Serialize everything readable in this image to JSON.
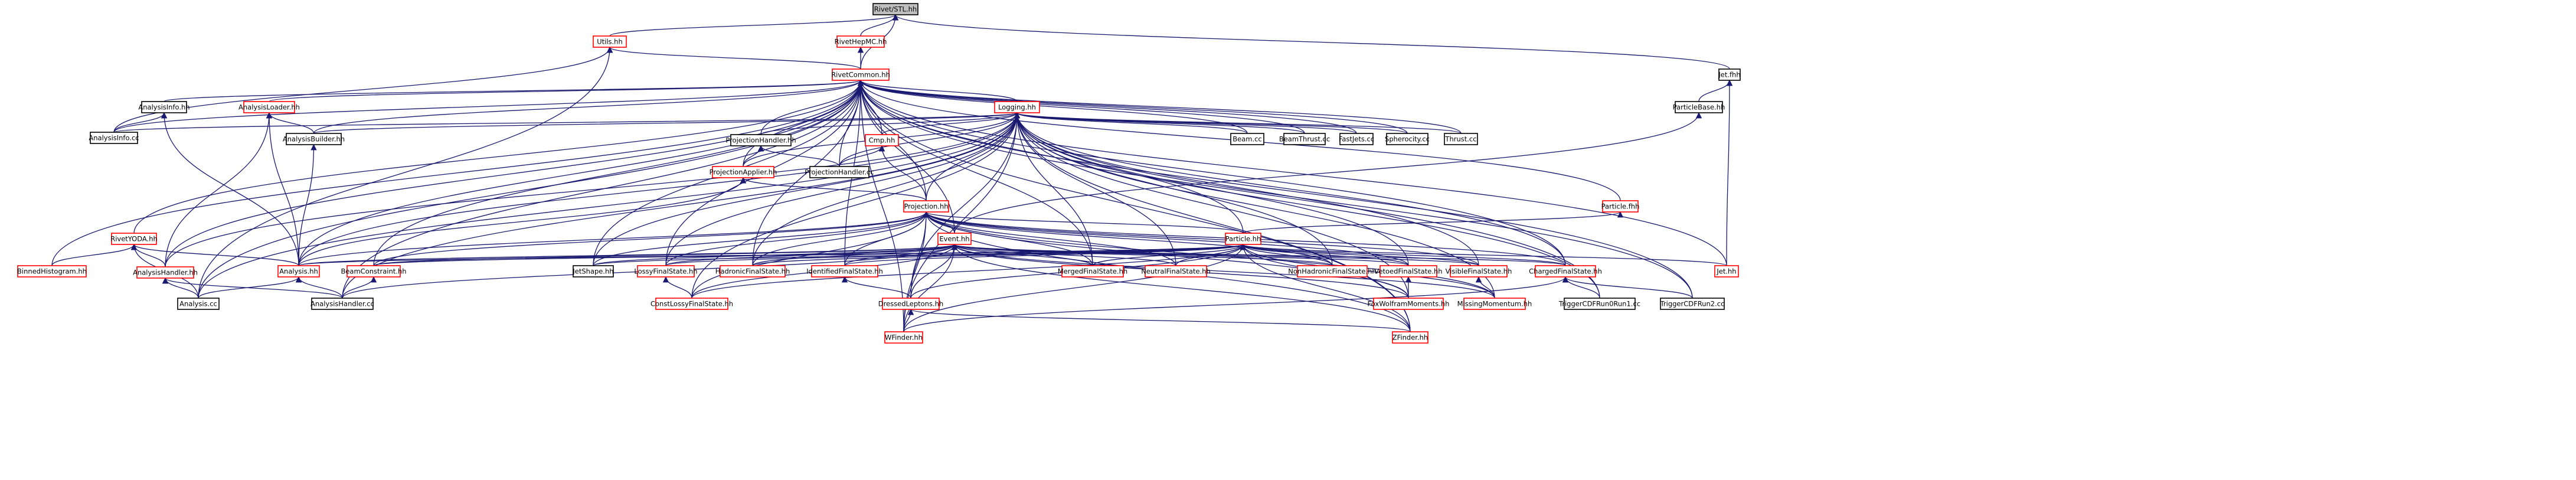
{
  "graph": {
    "nodes": [
      {
        "id": "n0",
        "label": "Rivet/STL.hh",
        "style": "root"
      },
      {
        "id": "n1",
        "label": "Utils.hh",
        "style": "red"
      },
      {
        "id": "n2",
        "label": "RivetHepMC.hh",
        "style": "red"
      },
      {
        "id": "n3",
        "label": "RivetCommon.hh",
        "style": "red"
      },
      {
        "id": "n4",
        "label": "Jet.fhh",
        "style": "black"
      },
      {
        "id": "n5",
        "label": "AnalysisInfo.hh",
        "style": "black"
      },
      {
        "id": "n6",
        "label": "AnalysisInfo.cc",
        "style": "black"
      },
      {
        "id": "n7",
        "label": "AnalysisLoader.hh",
        "style": "red"
      },
      {
        "id": "n8",
        "label": "AnalysisBuilder.hh",
        "style": "black"
      },
      {
        "id": "n9",
        "label": "Logging.hh",
        "style": "red"
      },
      {
        "id": "n10",
        "label": "ParticleBase.hh",
        "style": "black"
      },
      {
        "id": "n11",
        "label": "Beam.cc",
        "style": "black"
      },
      {
        "id": "n12",
        "label": "BeamThrust.cc",
        "style": "black"
      },
      {
        "id": "n13",
        "label": "FastJets.cc",
        "style": "black"
      },
      {
        "id": "n14",
        "label": "Spherocity.cc",
        "style": "black"
      },
      {
        "id": "n15",
        "label": "Thrust.cc",
        "style": "black"
      },
      {
        "id": "n16",
        "label": "ProjectionHandler.hh",
        "style": "black"
      },
      {
        "id": "n17",
        "label": "Cmp.hh",
        "style": "red"
      },
      {
        "id": "n18",
        "label": "ProjectionHandler.cc",
        "style": "black"
      },
      {
        "id": "n19",
        "label": "ProjectionApplier.hh",
        "style": "red"
      },
      {
        "id": "n20",
        "label": "Projection.hh",
        "style": "red"
      },
      {
        "id": "n21",
        "label": "Particle.fhh",
        "style": "red"
      },
      {
        "id": "n22",
        "label": "RivetYODA.hh",
        "style": "red"
      },
      {
        "id": "n23",
        "label": "Event.hh",
        "style": "red"
      },
      {
        "id": "n24",
        "label": "Particle.hh",
        "style": "red"
      },
      {
        "id": "n25",
        "label": "BinnedHistogram.hh",
        "style": "red"
      },
      {
        "id": "n26",
        "label": "AnalysisHandler.hh",
        "style": "red"
      },
      {
        "id": "n27",
        "label": "Analysis.hh",
        "style": "red"
      },
      {
        "id": "n28",
        "label": "BeamConstraint.hh",
        "style": "red"
      },
      {
        "id": "n29",
        "label": "JetShape.hh",
        "style": "black"
      },
      {
        "id": "n30",
        "label": "LossyFinalState.hh",
        "style": "red"
      },
      {
        "id": "n31",
        "label": "HadronicFinalState.hh",
        "style": "red"
      },
      {
        "id": "n32",
        "label": "IdentifiedFinalState.hh",
        "style": "red"
      },
      {
        "id": "n33",
        "label": "MergedFinalState.hh",
        "style": "red"
      },
      {
        "id": "n34",
        "label": "NeutralFinalState.hh",
        "style": "red"
      },
      {
        "id": "n35",
        "label": "NonHadronicFinalState.hh",
        "style": "red"
      },
      {
        "id": "n36",
        "label": "VetoedFinalState.hh",
        "style": "red"
      },
      {
        "id": "n37",
        "label": "VisibleFinalState.hh",
        "style": "red"
      },
      {
        "id": "n38",
        "label": "ChargedFinalState.hh",
        "style": "red"
      },
      {
        "id": "n39",
        "label": "Jet.hh",
        "style": "red"
      },
      {
        "id": "n40",
        "label": "Analysis.cc",
        "style": "black"
      },
      {
        "id": "n41",
        "label": "AnalysisHandler.cc",
        "style": "black"
      },
      {
        "id": "n42",
        "label": "ConstLossyFinalState.hh",
        "style": "red"
      },
      {
        "id": "n43",
        "label": "DressedLeptons.hh",
        "style": "red"
      },
      {
        "id": "n44",
        "label": "FoxWolframMoments.hh",
        "style": "red"
      },
      {
        "id": "n45",
        "label": "MissingMomentum.hh",
        "style": "red"
      },
      {
        "id": "n46",
        "label": "TriggerCDFRun0Run1.cc",
        "style": "black"
      },
      {
        "id": "n47",
        "label": "TriggerCDFRun2.cc",
        "style": "black"
      },
      {
        "id": "n48",
        "label": "WFinder.hh",
        "style": "red"
      },
      {
        "id": "n49",
        "label": "ZFinder.hh",
        "style": "red"
      }
    ],
    "edges": [
      [
        "n1",
        "n0"
      ],
      [
        "n2",
        "n0"
      ],
      [
        "n3",
        "n0"
      ],
      [
        "n4",
        "n0"
      ],
      [
        "n3",
        "n1"
      ],
      [
        "n3",
        "n2"
      ],
      [
        "n6",
        "n1"
      ],
      [
        "n40",
        "n1"
      ],
      [
        "n5",
        "n3"
      ],
      [
        "n6",
        "n3"
      ],
      [
        "n7",
        "n3"
      ],
      [
        "n8",
        "n3"
      ],
      [
        "n9",
        "n3"
      ],
      [
        "n11",
        "n3"
      ],
      [
        "n12",
        "n3"
      ],
      [
        "n13",
        "n3"
      ],
      [
        "n14",
        "n3"
      ],
      [
        "n15",
        "n3"
      ],
      [
        "n16",
        "n3"
      ],
      [
        "n17",
        "n3"
      ],
      [
        "n18",
        "n3"
      ],
      [
        "n19",
        "n3"
      ],
      [
        "n20",
        "n3"
      ],
      [
        "n22",
        "n3"
      ],
      [
        "n23",
        "n3"
      ],
      [
        "n24",
        "n3"
      ],
      [
        "n25",
        "n3"
      ],
      [
        "n26",
        "n3"
      ],
      [
        "n27",
        "n3"
      ],
      [
        "n28",
        "n3"
      ],
      [
        "n29",
        "n3"
      ],
      [
        "n30",
        "n3"
      ],
      [
        "n31",
        "n3"
      ],
      [
        "n32",
        "n3"
      ],
      [
        "n33",
        "n3"
      ],
      [
        "n38",
        "n3"
      ],
      [
        "n39",
        "n3"
      ],
      [
        "n40",
        "n3"
      ],
      [
        "n41",
        "n3"
      ],
      [
        "n46",
        "n3"
      ],
      [
        "n47",
        "n3"
      ],
      [
        "n48",
        "n3"
      ],
      [
        "n49",
        "n3"
      ],
      [
        "n10",
        "n4"
      ],
      [
        "n39",
        "n4"
      ],
      [
        "n6",
        "n5"
      ],
      [
        "n27",
        "n5"
      ],
      [
        "n8",
        "n7"
      ],
      [
        "n26",
        "n7"
      ],
      [
        "n27",
        "n7"
      ],
      [
        "n27",
        "n8"
      ],
      [
        "n6",
        "n9"
      ],
      [
        "n8",
        "n9"
      ],
      [
        "n11",
        "n9"
      ],
      [
        "n12",
        "n9"
      ],
      [
        "n13",
        "n9"
      ],
      [
        "n14",
        "n9"
      ],
      [
        "n15",
        "n9"
      ],
      [
        "n16",
        "n9"
      ],
      [
        "n17",
        "n9"
      ],
      [
        "n18",
        "n9"
      ],
      [
        "n19",
        "n9"
      ],
      [
        "n20",
        "n9"
      ],
      [
        "n26",
        "n9"
      ],
      [
        "n27",
        "n9"
      ],
      [
        "n29",
        "n9"
      ],
      [
        "n30",
        "n9"
      ],
      [
        "n31",
        "n9"
      ],
      [
        "n33",
        "n9"
      ],
      [
        "n34",
        "n9"
      ],
      [
        "n35",
        "n9"
      ],
      [
        "n36",
        "n9"
      ],
      [
        "n37",
        "n9"
      ],
      [
        "n38",
        "n9"
      ],
      [
        "n40",
        "n9"
      ],
      [
        "n41",
        "n9"
      ],
      [
        "n43",
        "n9"
      ],
      [
        "n44",
        "n9"
      ],
      [
        "n45",
        "n9"
      ],
      [
        "n46",
        "n9"
      ],
      [
        "n47",
        "n9"
      ],
      [
        "n48",
        "n9"
      ],
      [
        "n49",
        "n9"
      ],
      [
        "n42",
        "n9"
      ],
      [
        "n23",
        "n10"
      ],
      [
        "n18",
        "n16"
      ],
      [
        "n19",
        "n16"
      ],
      [
        "n18",
        "n17"
      ],
      [
        "n20",
        "n17"
      ],
      [
        "n20",
        "n19"
      ],
      [
        "n27",
        "n19"
      ],
      [
        "n21",
        "n3"
      ],
      [
        "n24",
        "n21"
      ],
      [
        "n26",
        "n22"
      ],
      [
        "n27",
        "n22"
      ],
      [
        "n25",
        "n22"
      ],
      [
        "n40",
        "n22"
      ],
      [
        "n23",
        "n20"
      ],
      [
        "n24",
        "n20"
      ],
      [
        "n27",
        "n20"
      ],
      [
        "n28",
        "n20"
      ],
      [
        "n29",
        "n20"
      ],
      [
        "n30",
        "n20"
      ],
      [
        "n31",
        "n20"
      ],
      [
        "n32",
        "n20"
      ],
      [
        "n33",
        "n20"
      ],
      [
        "n34",
        "n20"
      ],
      [
        "n35",
        "n20"
      ],
      [
        "n36",
        "n20"
      ],
      [
        "n37",
        "n20"
      ],
      [
        "n38",
        "n20"
      ],
      [
        "n42",
        "n20"
      ],
      [
        "n43",
        "n20"
      ],
      [
        "n44",
        "n20"
      ],
      [
        "n45",
        "n20"
      ],
      [
        "n48",
        "n20"
      ],
      [
        "n49",
        "n20"
      ],
      [
        "n27",
        "n23"
      ],
      [
        "n28",
        "n23"
      ],
      [
        "n29",
        "n23"
      ],
      [
        "n30",
        "n23"
      ],
      [
        "n31",
        "n23"
      ],
      [
        "n32",
        "n23"
      ],
      [
        "n33",
        "n23"
      ],
      [
        "n34",
        "n23"
      ],
      [
        "n35",
        "n23"
      ],
      [
        "n36",
        "n23"
      ],
      [
        "n37",
        "n23"
      ],
      [
        "n38",
        "n23"
      ],
      [
        "n41",
        "n23"
      ],
      [
        "n42",
        "n23"
      ],
      [
        "n43",
        "n23"
      ],
      [
        "n44",
        "n23"
      ],
      [
        "n45",
        "n23"
      ],
      [
        "n48",
        "n23"
      ],
      [
        "n49",
        "n23"
      ],
      [
        "n27",
        "n24"
      ],
      [
        "n28",
        "n24"
      ],
      [
        "n29",
        "n24"
      ],
      [
        "n30",
        "n24"
      ],
      [
        "n31",
        "n24"
      ],
      [
        "n32",
        "n24"
      ],
      [
        "n33",
        "n24"
      ],
      [
        "n34",
        "n24"
      ],
      [
        "n35",
        "n24"
      ],
      [
        "n36",
        "n24"
      ],
      [
        "n37",
        "n24"
      ],
      [
        "n38",
        "n24"
      ],
      [
        "n39",
        "n24"
      ],
      [
        "n42",
        "n24"
      ],
      [
        "n43",
        "n24"
      ],
      [
        "n44",
        "n24"
      ],
      [
        "n45",
        "n24"
      ],
      [
        "n48",
        "n24"
      ],
      [
        "n49",
        "n24"
      ],
      [
        "n40",
        "n26"
      ],
      [
        "n41",
        "n26"
      ],
      [
        "n40",
        "n27"
      ],
      [
        "n41",
        "n27"
      ],
      [
        "n41",
        "n28"
      ],
      [
        "n42",
        "n30"
      ],
      [
        "n43",
        "n32"
      ],
      [
        "n44",
        "n36"
      ],
      [
        "n45",
        "n37"
      ],
      [
        "n46",
        "n38"
      ],
      [
        "n47",
        "n38"
      ],
      [
        "n48",
        "n38"
      ],
      [
        "n48",
        "n43"
      ],
      [
        "n49",
        "n43"
      ]
    ]
  }
}
